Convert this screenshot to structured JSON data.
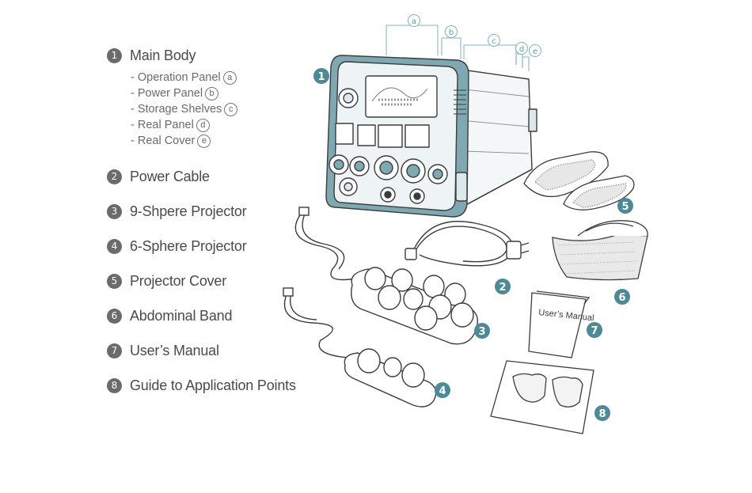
{
  "legend": {
    "items": [
      {
        "num": "1",
        "label": "Main Body"
      },
      {
        "num": "2",
        "label": "Power Cable"
      },
      {
        "num": "3",
        "label": "9-Shpere Projector"
      },
      {
        "num": "4",
        "label": "6-Sphere Projector"
      },
      {
        "num": "5",
        "label": "Projector Cover"
      },
      {
        "num": "6",
        "label": "Abdominal Band"
      },
      {
        "num": "7",
        "label": "User’s Manual"
      },
      {
        "num": "8",
        "label": "Guide to Application Points"
      }
    ],
    "subitems": [
      {
        "text": "- Operation Panel",
        "mark": "a"
      },
      {
        "text": "- Power Panel",
        "mark": "b"
      },
      {
        "text": "- Storage Shelves",
        "mark": "c"
      },
      {
        "text": "- Real Panel",
        "mark": "d"
      },
      {
        "text": "- Real Cover",
        "mark": "e"
      }
    ]
  },
  "callouts": {
    "body": "1",
    "cable": "2",
    "projector9": "3",
    "projector6": "4",
    "cover": "5",
    "band": "6",
    "manual": "7",
    "guide": "8",
    "a": "a",
    "b": "b",
    "c": "c",
    "d": "d",
    "e": "e"
  },
  "manual_text": "User’s Manual",
  "colors": {
    "accent": "#4e8a96",
    "accent_fill": "#dbe9ec",
    "line": "#3c3c3c",
    "callout_bracket": "#9cc4cc"
  }
}
